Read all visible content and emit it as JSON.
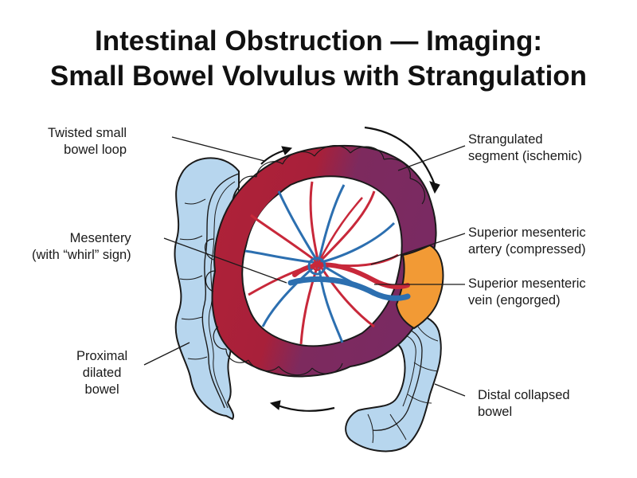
{
  "title": {
    "line1": "Intestinal Obstruction — Imaging:",
    "line2": "Small Bowel Volvulus with Strangulation"
  },
  "labels": {
    "twisted_loop": [
      "Twisted small",
      "bowel loop"
    ],
    "mesentery": [
      "Mesentery",
      "(with “whirl” sign)"
    ],
    "proximal": [
      "Proximal",
      "dilated",
      "bowel"
    ],
    "strangulated": [
      "Strangulated",
      "segment (ischemic)"
    ],
    "sma": [
      "Superior mesenteric",
      "artery (compressed)"
    ],
    "smv": [
      "Superior mesenteric",
      "vein (engorged)"
    ],
    "distal": [
      "Distal collapsed",
      "bowel"
    ]
  },
  "colors": {
    "artery": "#c8283a",
    "vein": "#2c6fb0",
    "bowel_red": "#a8203a",
    "bowel_purple": "#7d2a5e",
    "ischemic_orange": "#f29a35",
    "collapsed_blue": "#b7d6ee",
    "outline": "#1a1a1a"
  }
}
